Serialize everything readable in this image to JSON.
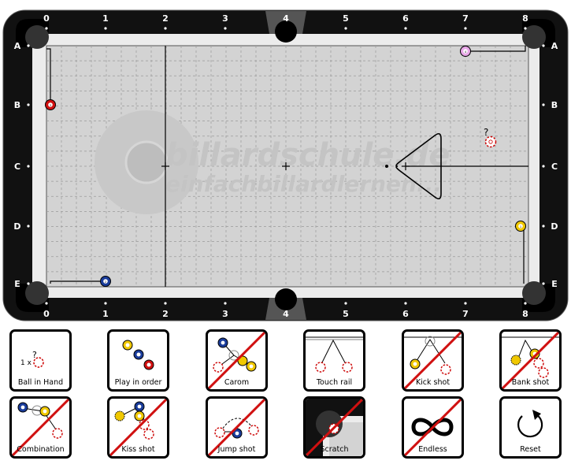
{
  "table": {
    "columns": [
      "0",
      "1",
      "2",
      "3",
      "4",
      "5",
      "6",
      "7",
      "8"
    ],
    "rows": [
      "A",
      "B",
      "C",
      "D",
      "E"
    ],
    "watermark": {
      "line1": "billardschule.de",
      "line2": "einfachbillardlernen..."
    },
    "question_mark": "?",
    "colors": {
      "rail": "#111111",
      "cloth": "#d3d3d3",
      "cushion": "#ececec",
      "grid": "#9a9a9a"
    },
    "balls": [
      {
        "name": "red-ball",
        "number": "3",
        "color": "#d01010"
      },
      {
        "name": "purple-ball",
        "number": "4",
        "color": "#e0a0e0"
      },
      {
        "name": "cue-ball",
        "number": "",
        "color": "#ffffff"
      },
      {
        "name": "yellow-ball",
        "number": "1",
        "color": "#f0c800"
      },
      {
        "name": "blue-ball",
        "number": "2",
        "color": "#1a3c9a"
      }
    ]
  },
  "rules": {
    "ball_in_hand": {
      "label": "Ball in Hand",
      "count": "1 x",
      "mark": "?",
      "enabled": true
    },
    "play_in_order": {
      "label": "Play in order",
      "enabled": true
    },
    "carom": {
      "label": "Carom",
      "enabled": false
    },
    "touch_rail": {
      "label": "Touch rail",
      "enabled": true
    },
    "kick_shot": {
      "label": "Kick shot",
      "enabled": false
    },
    "bank_shot": {
      "label": "Bank shot",
      "enabled": false
    },
    "combination": {
      "label": "Combination",
      "enabled": false
    },
    "kiss_shot": {
      "label": "Kiss shot",
      "enabled": false
    },
    "jump_shot": {
      "label": "Jump shot",
      "enabled": false
    },
    "scratch": {
      "label": "Scratch",
      "enabled": false
    },
    "endless": {
      "label": "Endless",
      "enabled": false
    },
    "reset": {
      "label": "Reset"
    }
  }
}
